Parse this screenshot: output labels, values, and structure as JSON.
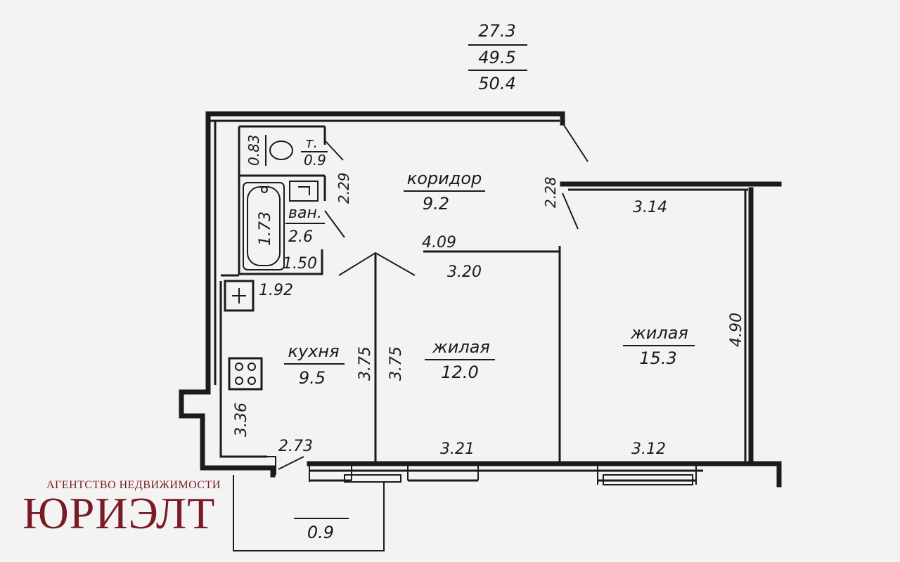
{
  "areas": {
    "living": "27.3",
    "total": "49.5",
    "total_with_balcony": "50.4"
  },
  "rooms": {
    "toilet": {
      "name": "т.",
      "area": "0.9"
    },
    "bathroom": {
      "name": "ван.",
      "area": "2.6"
    },
    "corridor": {
      "name": "коридор",
      "area": "9.2"
    },
    "kitchen": {
      "name": "кухня",
      "area": "9.5"
    },
    "living1": {
      "name": "жилая",
      "area": "12.0"
    },
    "living2": {
      "name": "жилая",
      "area": "15.3"
    },
    "balcony": {
      "area": "0.9"
    }
  },
  "dimensions": {
    "toilet_width": "0.83",
    "toilet_length": "2.29",
    "corridor_right": "2.28",
    "bath_length": "1.73",
    "bath_width": "1.50",
    "kitchen_top": "1.92",
    "corridor_length": "4.09",
    "room1_top": "3.20",
    "room2_top": "3.14",
    "room2_height": "4.90",
    "kitchen_height_right": "3.75",
    "room1_height": "3.75",
    "kitchen_height_left": "3.36",
    "kitchen_bottom": "2.73",
    "room1_bottom": "3.21",
    "room2_bottom": "3.12"
  },
  "watermark": {
    "subtitle": "АГЕНТСТВО НЕДВИЖИМОСТИ",
    "title": "ЮРИЭЛТ",
    "color": "#7a1a24"
  }
}
